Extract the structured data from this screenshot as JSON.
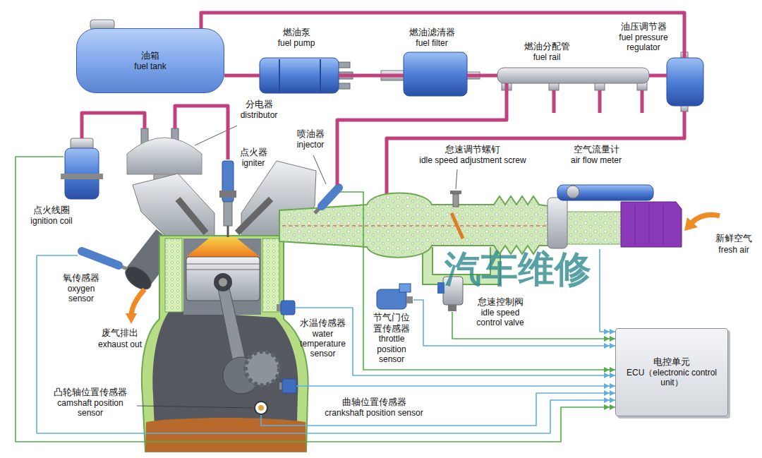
{
  "diagram": {
    "nodes": [
      {
        "text": [
          "油箱",
          "fuel tank"
        ]
      },
      {
        "text": [
          "燃油泵",
          "fuel pump"
        ]
      },
      {
        "text": [
          "燃油滤清器",
          "fuel filter"
        ]
      },
      {
        "text": [
          "燃油分配管",
          "fuel rail"
        ]
      },
      {
        "text": [
          "油压调节器",
          "fuel pressure regulator"
        ]
      },
      {
        "text": [
          "分电器",
          "distributor"
        ]
      },
      {
        "text": [
          "点火线圈",
          "ignition coil"
        ]
      },
      {
        "text": [
          "点火器",
          "igniter"
        ]
      },
      {
        "text": [
          "喷油器",
          "injector"
        ]
      },
      {
        "text": [
          "怠速调节螺钉",
          "idle speed adjustment screw"
        ]
      },
      {
        "text": [
          "空气流量计",
          "air flow meter"
        ]
      },
      {
        "text": [
          "氧传感器",
          "oxygen sensor"
        ]
      },
      {
        "text": [
          "水温传感器",
          "water temperature sensor"
        ]
      },
      {
        "text": [
          "节气门位 置传感器",
          "throttle position sensor"
        ]
      },
      {
        "text": [
          "怠速控制阀",
          "idle speed control valve"
        ]
      },
      {
        "text": [
          "曲轴位置传感器",
          "crankshaft position sensor"
        ]
      },
      {
        "text": [
          "凸轮轴位置传感器",
          "camshaft position sensor"
        ]
      },
      {
        "text": [
          "电控单元",
          "ECU（electronic control unit）"
        ]
      }
    ],
    "edges": [
      {
        "from": 0,
        "to": 1,
        "arrow": "none"
      },
      {
        "from": 1,
        "to": 2,
        "arrow": "none"
      },
      {
        "from": 2,
        "to": 3,
        "arrow": "none"
      },
      {
        "from": 3,
        "to": 4,
        "arrow": "none"
      },
      {
        "from": 4,
        "to": 0,
        "arrow": "none"
      },
      {
        "from": 3,
        "to": 8,
        "arrow": "none"
      },
      {
        "from": 6,
        "to": 5,
        "arrow": "none"
      },
      {
        "from": 5,
        "to": 7,
        "arrow": "none"
      },
      {
        "from": 10,
        "to": 17,
        "arrow": "to"
      },
      {
        "from": 14,
        "to": 17,
        "arrow": "to"
      },
      {
        "from": 13,
        "to": 17,
        "arrow": "to"
      },
      {
        "from": 8,
        "to": 17,
        "arrow": "to"
      },
      {
        "from": 12,
        "to": 17,
        "arrow": "to"
      },
      {
        "from": 15,
        "to": 17,
        "arrow": "to"
      },
      {
        "from": 16,
        "to": 17,
        "arrow": "to"
      },
      {
        "from": 11,
        "to": 17,
        "arrow": "to"
      },
      {
        "from": 6,
        "to": 17,
        "arrow": "to"
      }
    ],
    "labels": [
      "新鲜空气",
      "fresh air",
      "废气排出",
      "exhaust out",
      "汽车维修"
    ]
  }
}
